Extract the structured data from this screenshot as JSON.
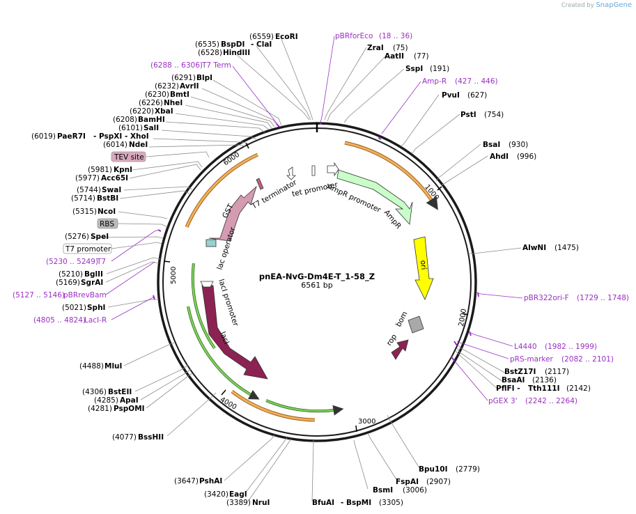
{
  "brand": {
    "created_by": "Created by",
    "name": "SnapGene"
  },
  "plasmid": {
    "name": "pnEA-NvG-Dm4E-T_1-58_Z",
    "size": "6561 bp"
  },
  "ticks": [
    "1000",
    "2000",
    "3000",
    "4000",
    "5000",
    "6000"
  ],
  "enzymes": [
    {
      "name": "EcoRI",
      "pos": "(6559)"
    },
    {
      "name": "BspDI",
      "pos": "(6535)",
      "extra": "- ClaI"
    },
    {
      "name": "HindIII",
      "pos": "(6528)"
    },
    {
      "name": "BlpI",
      "pos": "(6291)"
    },
    {
      "name": "AvrII",
      "pos": "(6232)"
    },
    {
      "name": "BmtI",
      "pos": "(6230)"
    },
    {
      "name": "NheI",
      "pos": "(6226)"
    },
    {
      "name": "XbaI",
      "pos": "(6220)"
    },
    {
      "name": "BamHI",
      "pos": "(6208)"
    },
    {
      "name": "SalI",
      "pos": "(6101)"
    },
    {
      "name": "PaeR7I",
      "pos": "(6019)",
      "extra": "- PspXI  - XhoI"
    },
    {
      "name": "NdeI",
      "pos": "(6014)"
    },
    {
      "name": "KpnI",
      "pos": "(5981)"
    },
    {
      "name": "Acc65I",
      "pos": "(5977)"
    },
    {
      "name": "SwaI",
      "pos": "(5744)"
    },
    {
      "name": "BstBI",
      "pos": "(5714)"
    },
    {
      "name": "NcoI",
      "pos": "(5315)"
    },
    {
      "name": "SpeI",
      "pos": "(5276)"
    },
    {
      "name": "BglII",
      "pos": "(5210)"
    },
    {
      "name": "SgrAI",
      "pos": "(5169)"
    },
    {
      "name": "SphI",
      "pos": "(5021)"
    },
    {
      "name": "MluI",
      "pos": "(4488)"
    },
    {
      "name": "BstEII",
      "pos": "(4306)"
    },
    {
      "name": "ApaI",
      "pos": "(4285)"
    },
    {
      "name": "PspOMI",
      "pos": "(4281)"
    },
    {
      "name": "BssHII",
      "pos": "(4077)"
    },
    {
      "name": "PshAI",
      "pos": "(3647)"
    },
    {
      "name": "EagI",
      "pos": "(3420)"
    },
    {
      "name": "NruI",
      "pos": "(3389)"
    },
    {
      "name": "BfuAI",
      "pos": "(3305)",
      "extra": "- BspMI"
    },
    {
      "name": "BsmI",
      "pos": "(3006)"
    },
    {
      "name": "FspAI",
      "pos": "(2907)"
    },
    {
      "name": "Bpu10I",
      "pos": "(2779)"
    },
    {
      "name": "Tth111I",
      "pos": "(2142)",
      "extra": "PflFI  -"
    },
    {
      "name": "BsaAI",
      "pos": "(2136)"
    },
    {
      "name": "BstZ17I",
      "pos": "(2117)"
    },
    {
      "name": "AlwNI",
      "pos": "(1475)"
    },
    {
      "name": "AhdI",
      "pos": "(996)"
    },
    {
      "name": "BsaI",
      "pos": "(930)"
    },
    {
      "name": "PstI",
      "pos": "(754)"
    },
    {
      "name": "PvuI",
      "pos": "(627)"
    },
    {
      "name": "SspI",
      "pos": "(191)"
    },
    {
      "name": "AatII",
      "pos": "(77)"
    },
    {
      "name": "ZraI",
      "pos": "(75)"
    }
  ],
  "primers": [
    {
      "name": "pBRforEco",
      "range": "(18 .. 36)"
    },
    {
      "name": "Amp-R",
      "range": "(427 .. 446)"
    },
    {
      "name": "pBR322ori-F",
      "range": "(1729 .. 1748)"
    },
    {
      "name": "L4440",
      "range": "(1982 .. 1999)"
    },
    {
      "name": "pRS-marker",
      "range": "(2082 .. 2101)"
    },
    {
      "name": "pGEX 3'",
      "range": "(2242 .. 2264)"
    },
    {
      "name": "LacI-R",
      "range": "(4805 .. 4824)"
    },
    {
      "name": "pBRrevBam",
      "range": "(5127 .. 5146)"
    },
    {
      "name": "T7",
      "range": "(5230 .. 5249)"
    },
    {
      "name": "T7 Term",
      "range": "(6288 .. 6306)"
    }
  ],
  "boxed_features": [
    {
      "name": "TEV site",
      "fill": "#d9a8bd"
    },
    {
      "name": "RBS",
      "fill": "#b9b9b9"
    },
    {
      "name": "T7 promoter",
      "fill": "#ffffff"
    }
  ],
  "features": [
    {
      "name": "AmpR promoter",
      "color": "#ffffff"
    },
    {
      "name": "AmpR",
      "color": "#c8ffc8"
    },
    {
      "name": "ori",
      "color": "#ffff00"
    },
    {
      "name": "bom",
      "color": "#a9a9a9"
    },
    {
      "name": "rop",
      "color": "#8b2252"
    },
    {
      "name": "lacI",
      "color": "#8b2252"
    },
    {
      "name": "lacI promoter",
      "color": "#ffffff"
    },
    {
      "name": "lac operator",
      "color": "#9ad0d0"
    },
    {
      "name": "GST",
      "color": "#d49bb3"
    },
    {
      "name": "T7 terminator",
      "color": "#c06080"
    },
    {
      "name": "tet promoter",
      "color": "#ffffff"
    }
  ],
  "colors": {
    "primer": "#9a2fc2",
    "orf": "#f0b060",
    "orf_inner": "#ffd080",
    "green_arc": "#80d060",
    "backbone": "#1a1a1a"
  }
}
